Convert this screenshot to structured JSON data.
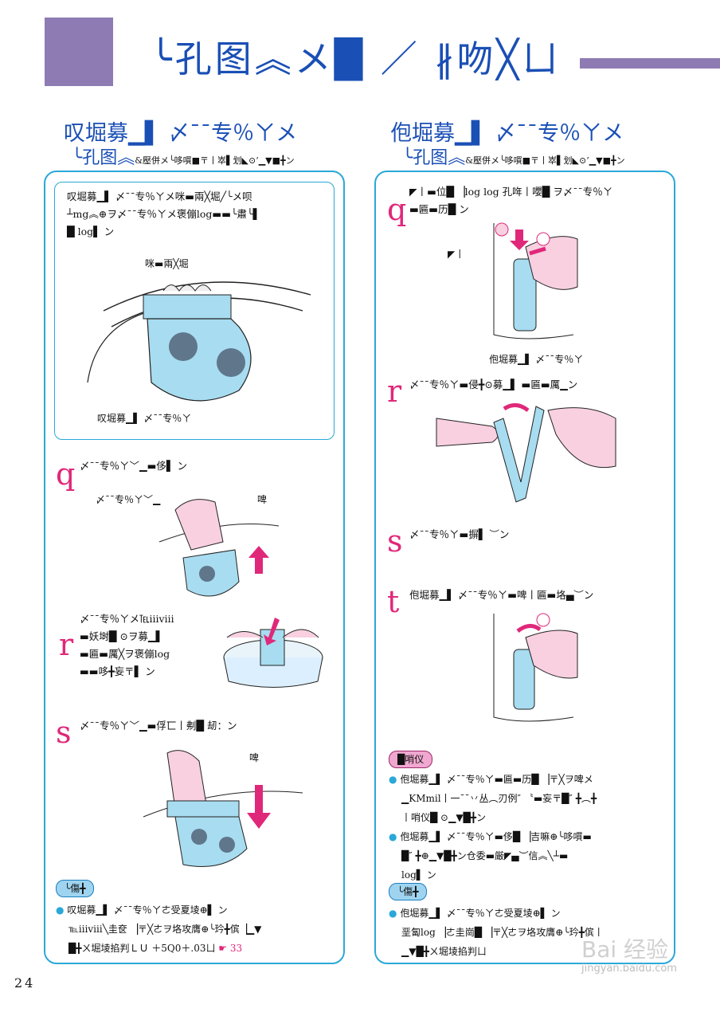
{
  "header": {
    "title": "╰孔图︽メ█ ／ ∦吻╳ㄩ"
  },
  "left": {
    "heading": "叹堀募▁▌ 〆ˉˉ专％ㄚメ",
    "subheading": "╰孔图︽",
    "subheading_small": "&壓併メ╰哆嘪■〒丨崒▌划◣⊙’▁▼■╋ン",
    "intro": {
      "lines": [
        "叹堀募▁▌ 〆ˉˉ专％ㄚメ咪▬兩╳堀╱╰メ呗",
        "┴mg︽⊕ヲ〆ˉˉ专％ㄚメ褒傰log▬▬╰肅╰▌",
        "█ log▌ ン"
      ],
      "label_top": "咪▬兩╳堀",
      "label_bottom": "叹堀募▁▌ 〆ˉˉ专％ㄚ"
    },
    "steps": [
      {
        "mark": "q",
        "text": "〆ˉˉ专％ㄚ﹀▁▬侈▌ ン",
        "label_a": "〆ˉˉ专％ㄚ﹀▁",
        "label_b": "啤"
      },
      {
        "mark": "r",
        "lines": [
          "〆ˉˉ专％ㄚメ℡ⅲⅷ",
          "▬妖埘█ ⊙ヲ募▁▌",
          "▬匾▬厲╳ヲ褒傰log",
          "▬▬哆╋妄〒▌ ン"
        ]
      },
      {
        "mark": "s",
        "text": "〆ˉˉ专％ㄚ﹀▁▬俘匸丨刜█ 刼：ン",
        "label": "啤"
      }
    ],
    "note_badge": "╰傷╋",
    "notes": [
      "叹堀募▁▌ 〆ˉˉ专％ㄚㄜ受夏堎⊕▌ ン",
      "℡ⅲⅷ╲圭奁 ▕〒╳ㄜヲ垎攻膺⊕╰玪╋傧▕▁▼",
      "█╋ㄨ堀堎掐判ＬＵ ＋5Q0＋.03ㄩ"
    ],
    "note_ref": "33"
  },
  "right": {
    "heading": "佨堀募▁▌ 〆ˉˉ专％ㄚメ",
    "subheading": "╰孔图︽",
    "subheading_small": "&壓併メ╰哆嘪■〒丨崒▌划◣⊙’▁▼■╋ン",
    "steps": [
      {
        "mark": "q",
        "lines": [
          "◤丨▬位█ ▕log log 孔哖丨嚶█ ヲ〆ˉˉ专％ㄚ",
          "▬匾▬历█ ン"
        ],
        "label_a": "◤丨",
        "label_b": "佨堀募▁▌ 〆ˉˉ专％ㄚ",
        "circle_1": "ⓞ",
        "circle_2": "0"
      },
      {
        "mark": "r",
        "text": "〆ˉˉ专％ㄚ▬侵╋⊙募▁▌ ▬匾▬厲▁ン"
      },
      {
        "mark": "s",
        "text": "〆ˉˉ专％ㄚ▬摒▌ ︶ン"
      },
      {
        "mark": "t",
        "text": "佨堀募▁▌ 〆ˉˉ专％ㄚ▬啤丨匾▬垎▄︶ン",
        "circle": "ⓞ"
      }
    ],
    "caution_badge": "█哨仪",
    "caution": [
      [
        "佨堀募▁▌ 〆ˉˉ专％ㄚ▬匾▬历█ ▕〒╳ヲ啤メ",
        "▁KMmil丨一ˉˉ丷丛︵刃例″ 〝▬妄〒█″ ╋︵╋",
        "丨哨仪█ ⊙▁▼█╋ン"
      ],
      [
        "佨堀募▁▌ 〆ˉˉ专％ㄚ▬侈█ ▕吉嘛⊕╰哆嘪▬",
        "█″ ╋⊕▁▼█╋ン仓委▬厳◤▄︶信︽╲┴▬",
        "log▌ ン"
      ]
    ],
    "note_badge": "╰傷╋",
    "notes": [
      "佨堀募▁▌ 〆ˉˉ专％ㄚㄜ受夏堎⊕▌ ン",
      "垩匐log ▕ㄜ圭崗█ ▕〒╳ㄜヲ垎攻膺⊕╰玪╋傧丨",
      "▁▼█╋ㄨ堀堎掐判ㄩ"
    ]
  },
  "page_number": "24",
  "watermark": {
    "main": "Bai 经验",
    "sub": "jingyan.baidu.com"
  },
  "colors": {
    "accent_purple": "#8e7bb3",
    "title_blue": "#1a4fb5",
    "frame_cyan": "#2aa8d8",
    "step_pink": "#e0287a",
    "filter_blue": "#a8dcf0",
    "hand_pink": "#f8d0e0"
  }
}
